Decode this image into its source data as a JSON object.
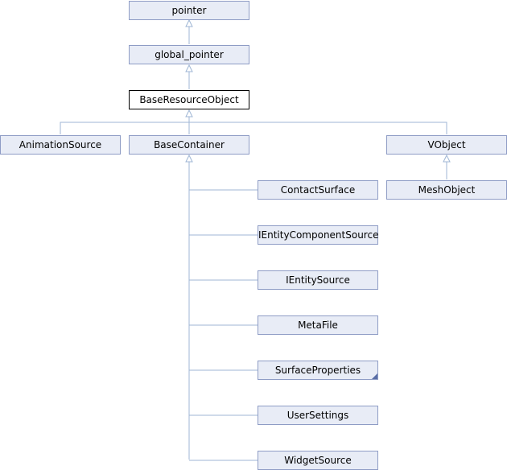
{
  "diagram": {
    "nodes": {
      "pointer": "pointer",
      "global_pointer": "global_pointer",
      "base_resource_object": "BaseResourceObject",
      "animation_source": "AnimationSource",
      "base_container": "BaseContainer",
      "vobject": "VObject",
      "contact_surface": "ContactSurface",
      "mesh_object": "MeshObject",
      "ientity_component_source": "IEntityComponentSource",
      "ientity_source": "IEntitySource",
      "meta_file": "MetaFile",
      "surface_properties": "SurfaceProperties",
      "user_settings": "UserSettings",
      "widget_source": "WidgetSource"
    },
    "colors": {
      "edge": "#9fb6d4",
      "node_fill": "#e8ecf6",
      "node_border": "#8e9cc5",
      "current_border": "#000000"
    }
  }
}
